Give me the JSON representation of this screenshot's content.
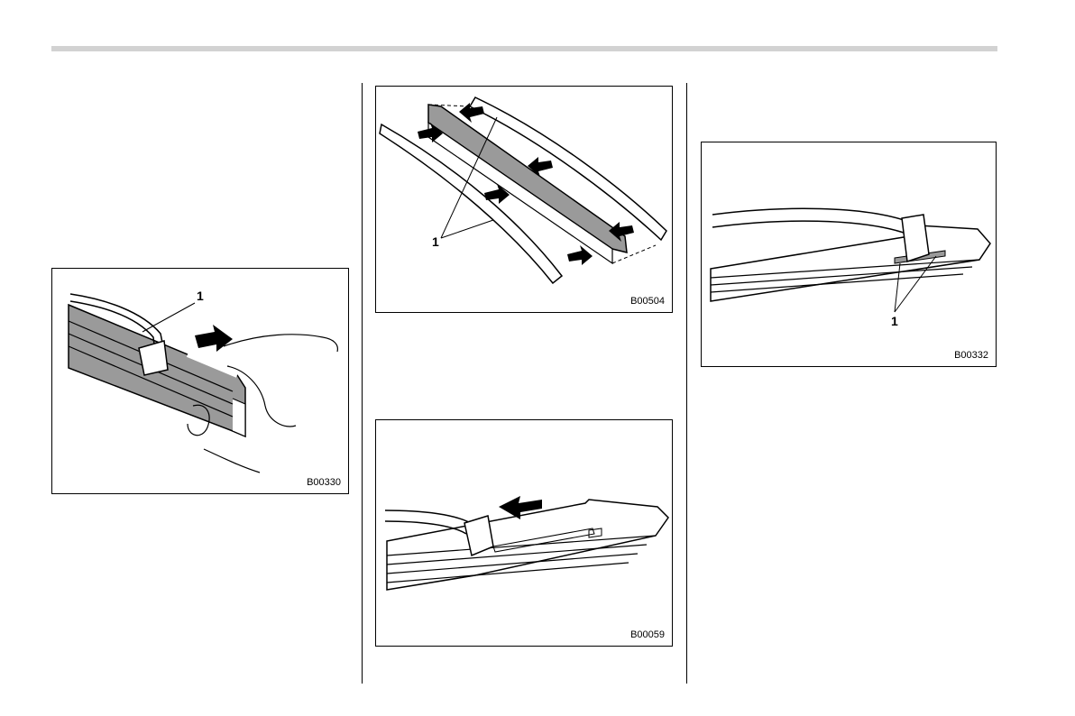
{
  "figures": [
    {
      "code": "B00330",
      "callout": "1"
    },
    {
      "code": "B00504",
      "callout": "1"
    },
    {
      "code": "B00059"
    },
    {
      "code": "B00332",
      "callout": "1"
    }
  ]
}
